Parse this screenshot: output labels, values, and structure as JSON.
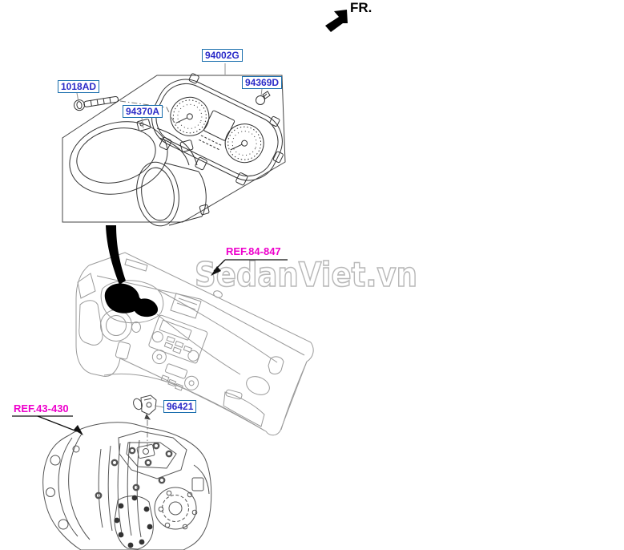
{
  "direction_indicator": {
    "label": "FR."
  },
  "watermark": {
    "text": "SedanViet.vn"
  },
  "part_labels": {
    "cluster_assembly": "94002G",
    "screw": "1018AD",
    "housing": "94370A",
    "bulb": "94369D",
    "speed_sensor": "96421"
  },
  "reference_labels": {
    "crash_pad": "REF.84-847",
    "transaxle": "REF.43-430"
  },
  "colors": {
    "part_label_text": "#2b2bc8",
    "part_label_border": "#1b6fae",
    "reference_label_text": "#ee00cc",
    "direction_text": "#000000",
    "watermark_outline": "#b8b8b8",
    "line_art_dark": "#333333",
    "line_art_light": "#9a9a9a",
    "transmission_line": "#555555",
    "leader_line": "#909090",
    "background": "#ffffff"
  }
}
